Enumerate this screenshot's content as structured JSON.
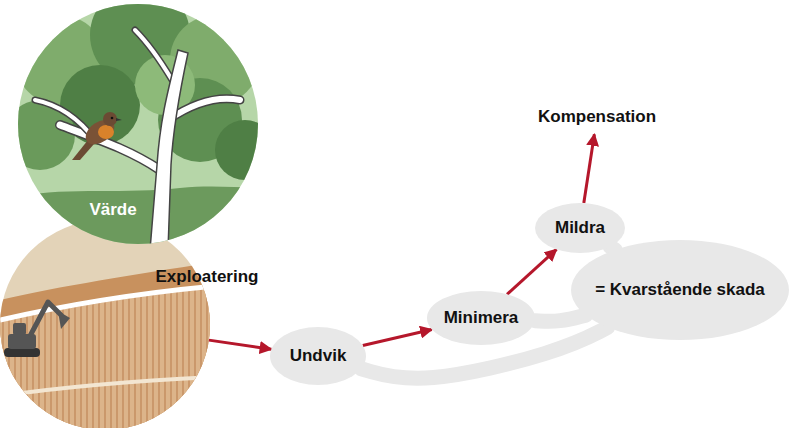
{
  "diagram": {
    "nodes": [
      {
        "text": [
          "Värde"
        ]
      },
      {
        "text": [
          "Exploatering"
        ]
      },
      {
        "text": [
          "Undvik"
        ]
      },
      {
        "text": [
          "Minimera"
        ]
      },
      {
        "text": [
          "Mildra"
        ]
      },
      {
        "text": [
          "Kompensation"
        ]
      },
      {
        "text": [
          "= Kvarstående skada"
        ]
      }
    ],
    "edges": [
      {
        "from": 1,
        "to": 2,
        "arrow": "to"
      },
      {
        "from": 2,
        "to": 3,
        "arrow": "to"
      },
      {
        "from": 3,
        "to": 4,
        "arrow": "to"
      },
      {
        "from": 4,
        "to": 5,
        "arrow": "to"
      },
      {
        "from": 2,
        "to": 6,
        "arrow": "none"
      },
      {
        "from": 3,
        "to": 6,
        "arrow": "none"
      },
      {
        "from": 4,
        "to": 6,
        "arrow": "none"
      }
    ]
  }
}
